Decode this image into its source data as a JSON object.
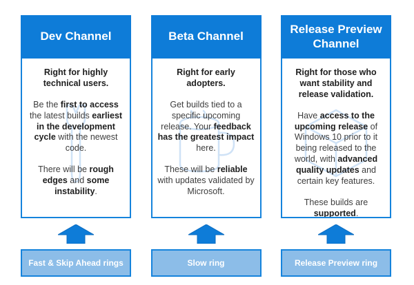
{
  "title": "Windows Insider channels comparison",
  "colors": {
    "header_blue": "#0e7cd8",
    "border_blue": "#1583dc",
    "ring_fill_light_blue": "#8cbde8",
    "body_text": "#3d3d3d",
    "watermark_light_blue": "#cfe2f6",
    "header_text": "#ffffff"
  },
  "columns": [
    {
      "header": "Dev Channel",
      "watermark_icon": "wrench-icon",
      "paragraphs": [
        [
          {
            "t": "Right for highly technical users.",
            "b": true
          }
        ],
        [
          {
            "t": "Be the ",
            "b": false
          },
          {
            "t": "first to access",
            "b": true
          },
          {
            "t": " the latest builds ",
            "b": false
          },
          {
            "t": "earliest in the development cycle",
            "b": true
          },
          {
            "t": " with the newest code.",
            "b": false
          }
        ],
        [
          {
            "t": "There will be ",
            "b": false
          },
          {
            "t": "rough edges",
            "b": true
          },
          {
            "t": " and ",
            "b": false
          },
          {
            "t": "some instability",
            "b": true
          },
          {
            "t": ".",
            "b": false
          }
        ]
      ],
      "ring_label": "Fast & Skip Ahead rings"
    },
    {
      "header": "Beta Channel",
      "watermark_icon": "mug-icon",
      "paragraphs": [
        [
          {
            "t": "Right for early adopters.",
            "b": true
          }
        ],
        [
          {
            "t": "Get builds tied to a specific upcoming release. Your ",
            "b": false
          },
          {
            "t": "feedback has the greatest impact",
            "b": true
          },
          {
            "t": " here.",
            "b": false
          }
        ],
        [
          {
            "t": "These will be ",
            "b": false
          },
          {
            "t": "reliable",
            "b": true
          },
          {
            "t": " with updates validated by Microsoft.",
            "b": false
          }
        ]
      ],
      "ring_label": "Slow ring"
    },
    {
      "header": "Release Preview Channel",
      "watermark_icon": "cube-icon",
      "paragraphs": [
        [
          {
            "t": "Right for those who want stability and release validation.",
            "b": true
          }
        ],
        [
          {
            "t": "Have ",
            "b": false
          },
          {
            "t": "access to the upcoming release",
            "b": true
          },
          {
            "t": " of Windows 10 prior to it being released to the world, with ",
            "b": false
          },
          {
            "t": "advanced quality updates",
            "b": true
          },
          {
            "t": " and certain key features.",
            "b": false
          }
        ],
        [
          {
            "t": "These builds are ",
            "b": false
          },
          {
            "t": "supported",
            "b": true
          },
          {
            "t": ".",
            "b": false
          }
        ]
      ],
      "ring_label": "Release Preview ring"
    }
  ]
}
